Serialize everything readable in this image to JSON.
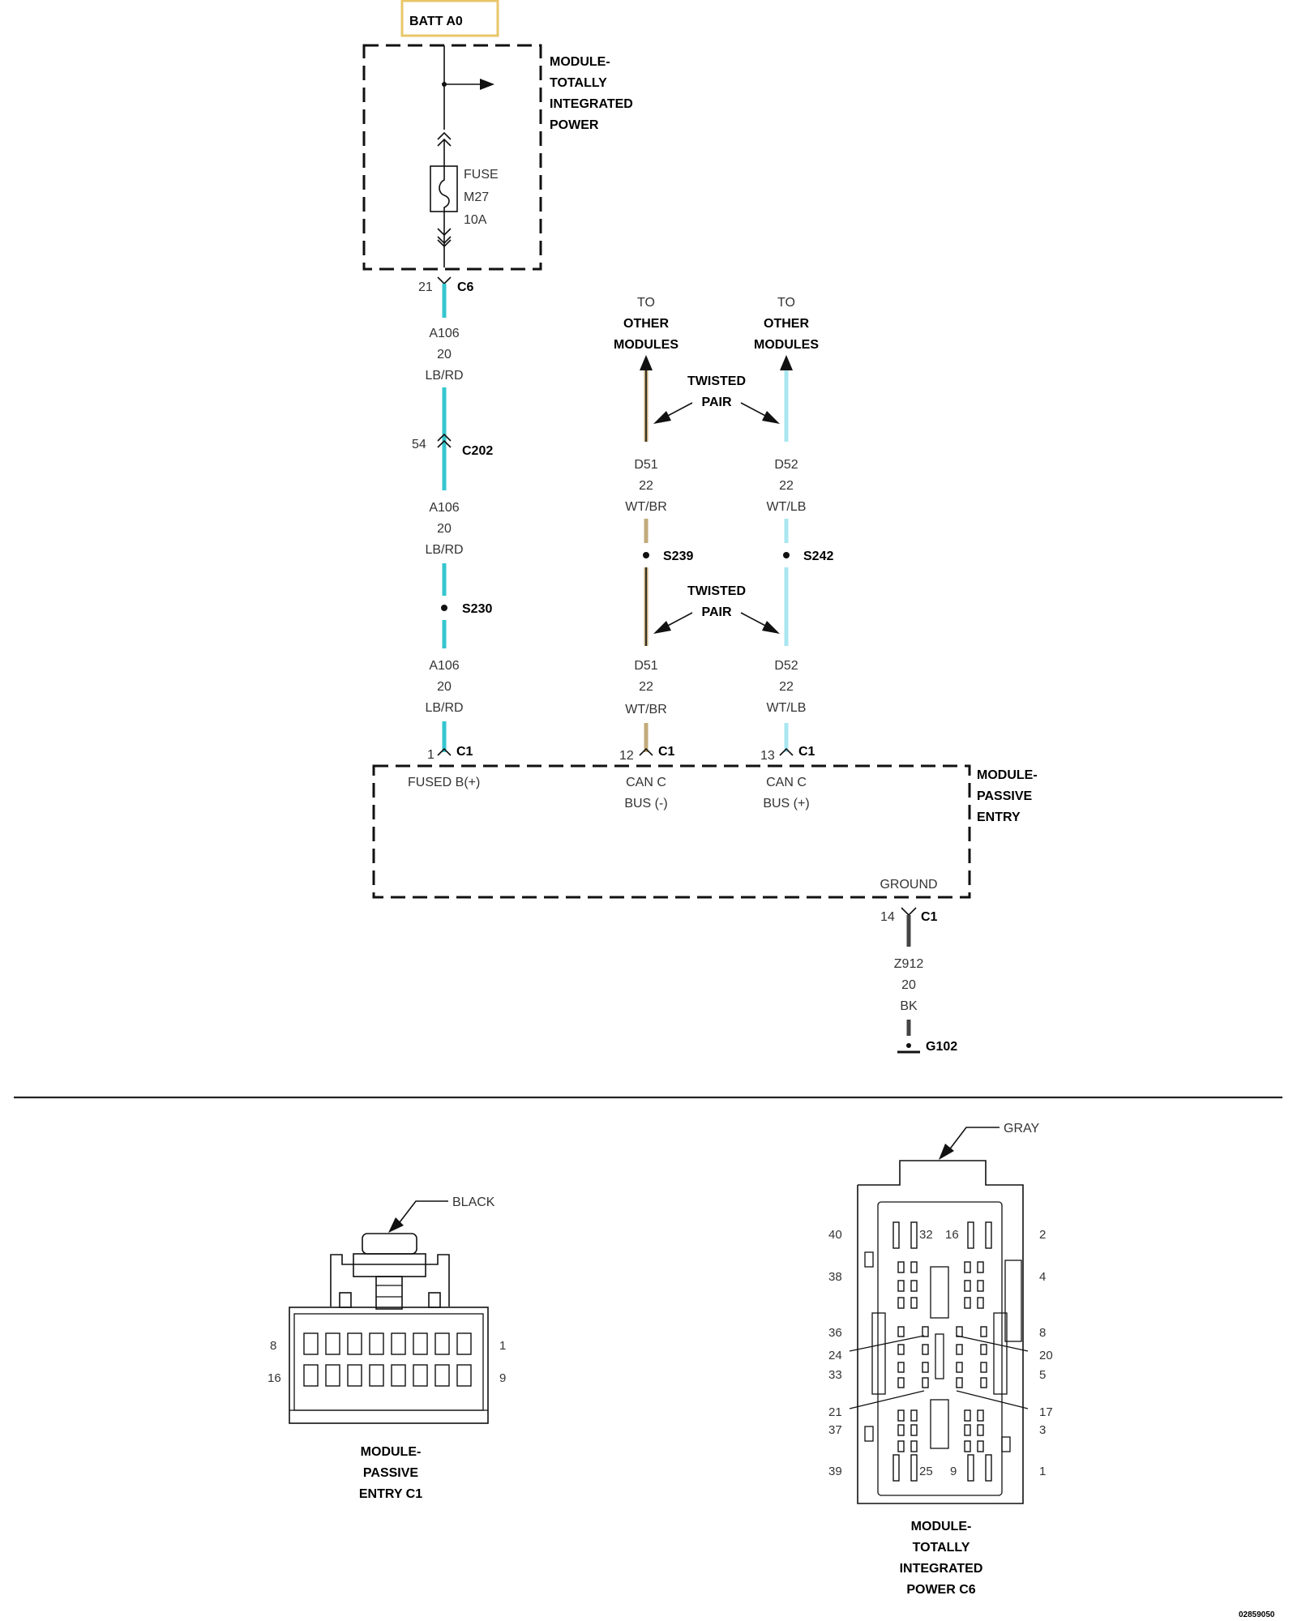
{
  "colors": {
    "lb_rd": "#35c6cf",
    "wt_br": "#c2ab7a",
    "wt_lb": "#a9e7f0",
    "bk": "#444444",
    "batt_border": "#e8c66a"
  },
  "batt": "BATT A0",
  "tipm": {
    "name": [
      "MODULE-",
      "TOTALLY",
      "INTEGRATED",
      "POWER"
    ],
    "fuse": [
      "FUSE",
      "M27",
      "10A"
    ]
  },
  "c6": {
    "pin": "21",
    "name": "C6"
  },
  "a106": [
    "A106",
    "20",
    "LB/RD"
  ],
  "c202": {
    "pin": "54",
    "name": "C202"
  },
  "s230": "S230",
  "to_other": [
    "TO",
    "OTHER",
    "MODULES"
  ],
  "twisted_pair": [
    "TWISTED",
    "PAIR"
  ],
  "d51": [
    "D51",
    "22",
    "WT/BR"
  ],
  "d52": [
    "D52",
    "22",
    "WT/LB"
  ],
  "s239": "S239",
  "s242": "S242",
  "c1_pins": {
    "p1": "1",
    "p12": "12",
    "p13": "13",
    "p14": "14",
    "name": "C1"
  },
  "pem": {
    "name": [
      "MODULE-",
      "PASSIVE",
      "ENTRY"
    ],
    "fused": "FUSED B(+)",
    "can_minus": [
      "CAN C",
      "BUS (-)"
    ],
    "can_plus": [
      "CAN C",
      "BUS (+)"
    ],
    "ground": "GROUND"
  },
  "z912": [
    "Z912",
    "20",
    "BK"
  ],
  "g102": "G102",
  "c1_conn": {
    "color": "BLACK",
    "pins": {
      "p8": "8",
      "p16": "16",
      "p1": "1",
      "p9": "9"
    },
    "title": [
      "MODULE-",
      "PASSIVE",
      "ENTRY C1"
    ]
  },
  "c6_conn": {
    "color": "GRAY",
    "left_pins": [
      "40",
      "38",
      "36",
      "24",
      "33",
      "21",
      "37",
      "39"
    ],
    "right_pins": [
      "2",
      "4",
      "8",
      "20",
      "5",
      "17",
      "3",
      "1"
    ],
    "inner_pins": [
      "32",
      "16",
      "25",
      "9"
    ],
    "title": [
      "MODULE-",
      "TOTALLY",
      "INTEGRATED",
      "POWER C6"
    ]
  },
  "doc_id": "02859050"
}
